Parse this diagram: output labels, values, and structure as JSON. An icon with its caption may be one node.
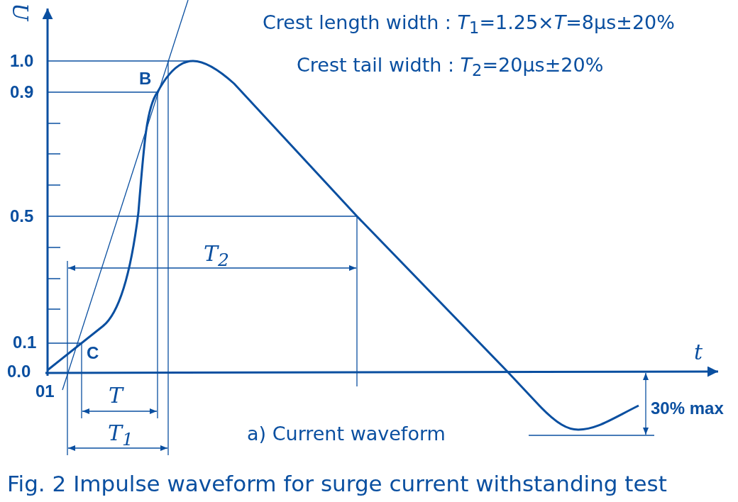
{
  "diagram": {
    "caption": "Fig. 2 Impulse waveform for surge current withstanding test",
    "labels": [
      "U",
      "Crest length width : *T*$_{1}$=1.25×*T*=8μs±20%",
      "Crest tail width : *T*$_{2}$=20μs±20%",
      "1.0",
      "0.9",
      "B",
      "0.5",
      "T$_{2}$",
      "0.1",
      "C",
      "t",
      "0.0",
      "01",
      "T",
      "30% max",
      "a) Current waveform",
      "T$_{1}$"
    ]
  }
}
